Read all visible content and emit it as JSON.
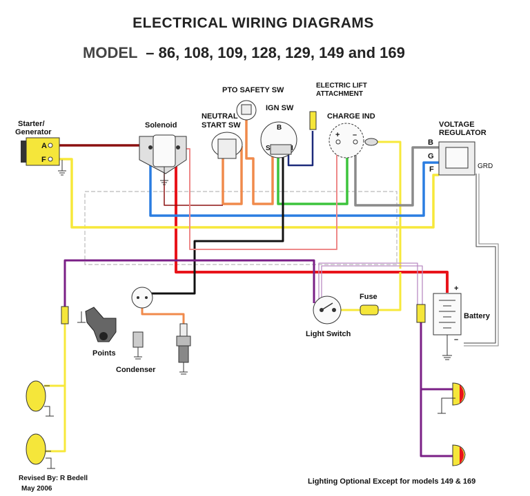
{
  "header": {
    "title": "ELECTRICAL WIRING DIAGRAMS",
    "subtitle_prefix": "MODEL",
    "subtitle_dash": "–",
    "subtitle_models": "86, 108, 109, 128, 129, 149 and 169"
  },
  "labels": {
    "starter_generator_1": "Starter/",
    "starter_generator_2": "Generator",
    "terminal_a": "A",
    "terminal_f": "F",
    "solenoid": "Solenoid",
    "pto_safety_sw": "PTO SAFETY SW",
    "neutral_1": "NEUTRAL",
    "neutral_2": "START SW",
    "ign_sw": "IGN SW",
    "ign_b": "B",
    "ign_s": "S",
    "ign_i": "I",
    "electric_lift_1": "ELECTRIC LIFT",
    "electric_lift_2": "ATTACHMENT",
    "charge_ind": "CHARGE IND",
    "charge_plus": "+",
    "charge_minus": "–",
    "voltage_reg_1": "VOLTAGE",
    "voltage_reg_2": "REGULATOR",
    "reg_b": "B",
    "reg_g": "G",
    "reg_f": "F",
    "grd": "GRD",
    "battery": "Battery",
    "battery_plus": "+",
    "battery_minus": "–",
    "fuse": "Fuse",
    "light_switch": "Light Switch",
    "points": "Points",
    "condenser": "Condenser"
  },
  "footer": {
    "revised_by": "Revised By: R Bedell",
    "date": "May 2006",
    "note": "Lighting Optional Except for models 149 & 169"
  },
  "colors": {
    "red": "#e8141b",
    "dark_red": "#8b1010",
    "yellow": "#f7e83a",
    "blue": "#2a7de1",
    "orange": "#f08a4b",
    "green": "#3cc43c",
    "gray": "#8a8a8a",
    "black": "#111111",
    "purple": "#7a1f86",
    "navy": "#1c2a7a",
    "pink": "#d9a6a6"
  }
}
